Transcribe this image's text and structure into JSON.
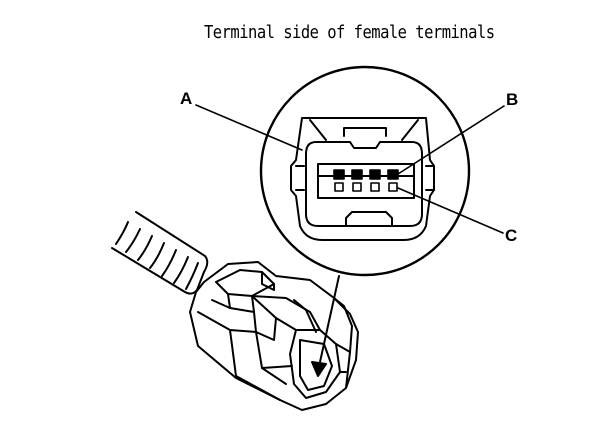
{
  "caption": "Terminal side of female terminals",
  "callouts": {
    "a": "A",
    "b": "B",
    "c": "C"
  }
}
